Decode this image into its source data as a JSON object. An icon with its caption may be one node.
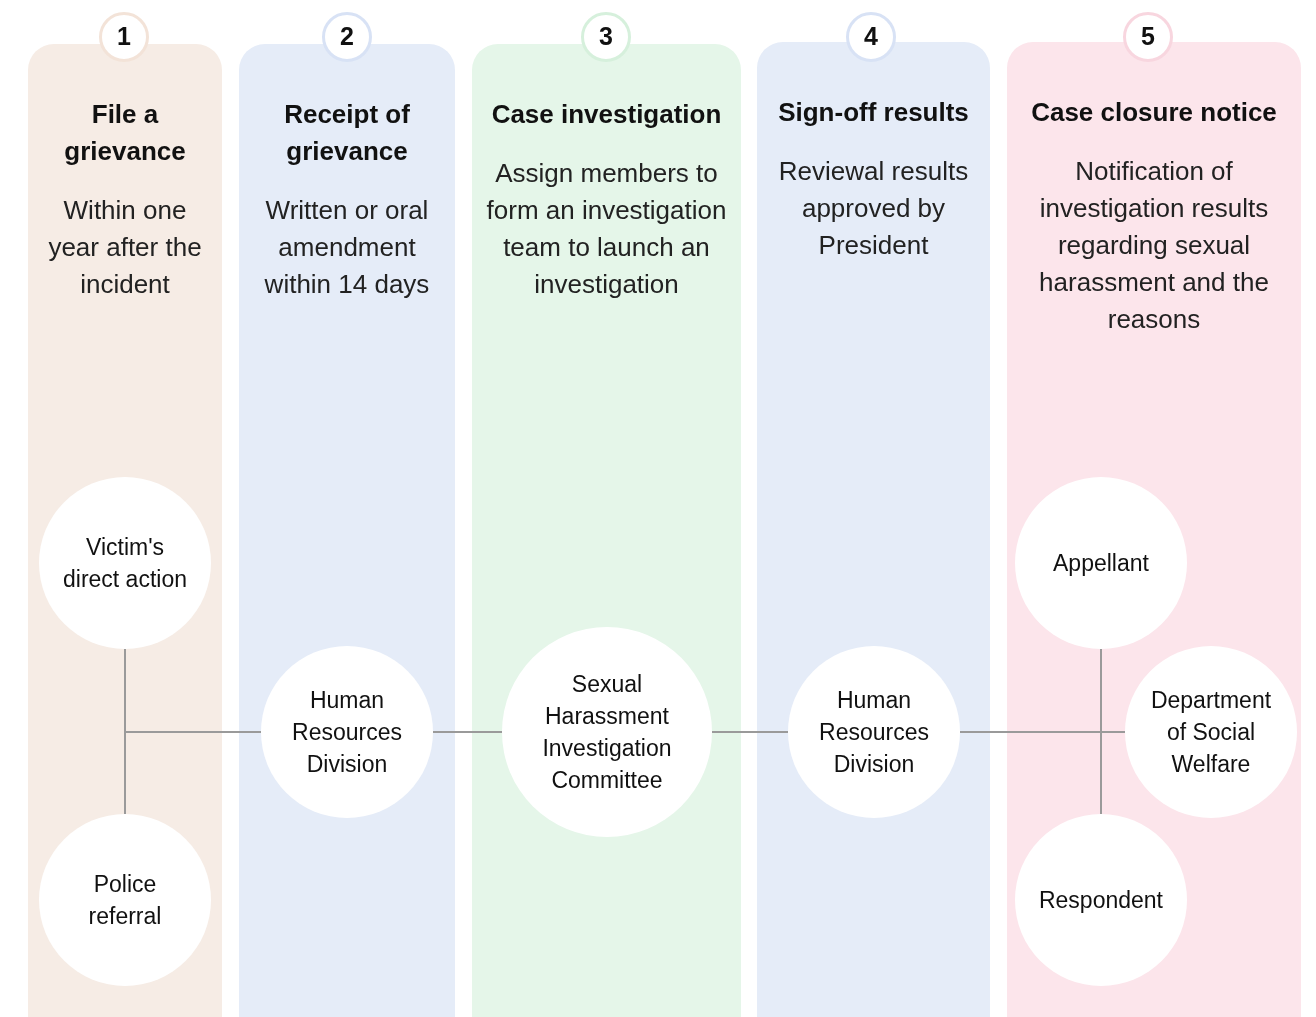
{
  "diagram": {
    "nodes": [
      {
        "text": [
          "File a grievance",
          "Within one year after the incident"
        ]
      },
      {
        "text": [
          "1"
        ]
      },
      {
        "text": [
          "Victim's direct action"
        ],
        "in": 0
      },
      {
        "text": [
          "Police referral"
        ],
        "in": 0
      },
      {
        "text": [
          "Receipt of grievance",
          "Written or oral amendment within 14 days"
        ]
      },
      {
        "text": [
          "2"
        ]
      },
      {
        "text": [
          "Human Resources Division"
        ],
        "in": 4
      },
      {
        "text": [
          "Case investigation",
          "Assign members to form an investigation team to launch an investigation"
        ]
      },
      {
        "text": [
          "3"
        ]
      },
      {
        "text": [
          "Sexual Harassment Investigation Committee"
        ],
        "in": 7
      },
      {
        "text": [
          "Sign-off results",
          "Reviewal results approved by President"
        ]
      },
      {
        "text": [
          "4"
        ]
      },
      {
        "text": [
          "Human Resources Division"
        ],
        "in": 10
      },
      {
        "text": [
          "Case closure notice",
          "Notification of investigation results regarding sexual harassment and the reasons"
        ]
      },
      {
        "text": [
          "5"
        ]
      },
      {
        "text": [
          "Appellant"
        ],
        "in": 13
      },
      {
        "text": [
          "Department of Social Welfare"
        ],
        "in": 13
      },
      {
        "text": [
          "Respondent"
        ],
        "in": 13
      }
    ],
    "edges": [
      {
        "from": 2,
        "to": 6,
        "arrow": "none"
      },
      {
        "from": 3,
        "to": 6,
        "arrow": "none"
      },
      {
        "from": 6,
        "to": 9,
        "arrow": "none"
      },
      {
        "from": 9,
        "to": 12,
        "arrow": "none"
      },
      {
        "from": 12,
        "to": 15,
        "arrow": "none"
      },
      {
        "from": 12,
        "to": 16,
        "arrow": "none"
      },
      {
        "from": 12,
        "to": 17,
        "arrow": "none"
      }
    ]
  }
}
